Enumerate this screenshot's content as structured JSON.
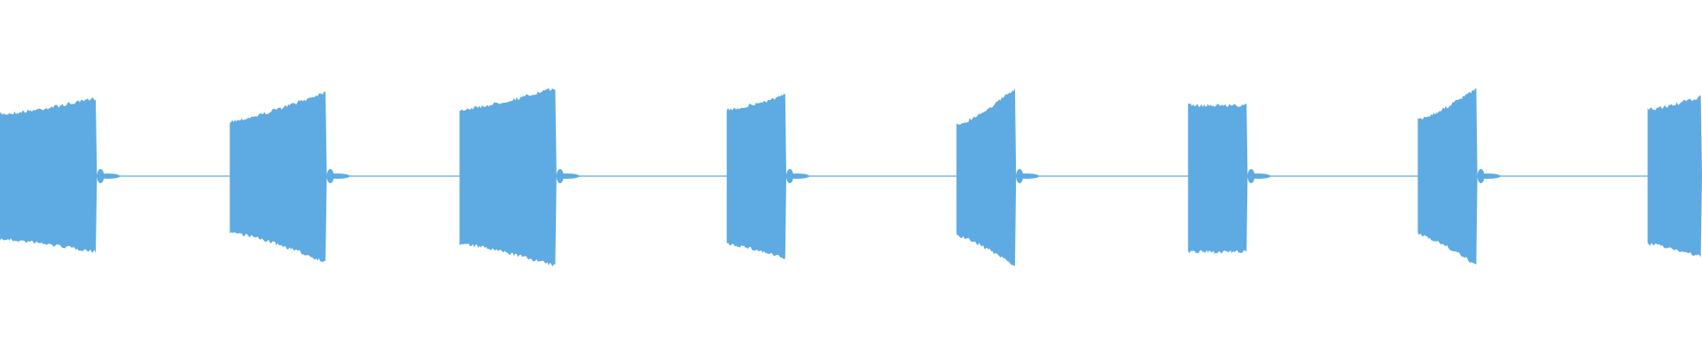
{
  "waveform": {
    "color": "#5dabe2",
    "baseline_color": "#5dabe2",
    "segments": [
      {
        "start": 0.0,
        "end": 0.057,
        "amp_start": 0.7,
        "amp_end": 0.88,
        "amp_low_start": 0.7,
        "amp_low_end": 0.84,
        "shape": "rise"
      },
      {
        "start": 0.135,
        "end": 0.192,
        "amp_start": 0.62,
        "amp_end": 0.96,
        "amp_low_start": 0.62,
        "amp_low_end": 0.96,
        "shape": "rise"
      },
      {
        "start": 0.27,
        "end": 0.327,
        "amp_start": 0.75,
        "amp_end": 1.0,
        "amp_low_start": 0.75,
        "amp_low_end": 1.0,
        "shape": "rise"
      },
      {
        "start": 0.427,
        "end": 0.462,
        "amp_start": 0.75,
        "amp_end": 0.92,
        "amp_low_start": 0.75,
        "amp_low_end": 0.92,
        "shape": "rise"
      },
      {
        "start": 0.562,
        "end": 0.597,
        "amp_start": 0.58,
        "amp_end": 1.0,
        "amp_low_start": 0.66,
        "amp_low_end": 1.0,
        "shape": "rise"
      },
      {
        "start": 0.698,
        "end": 0.733,
        "amp_start": 0.8,
        "amp_end": 0.8,
        "amp_low_start": 0.84,
        "amp_low_end": 0.84,
        "shape": "flat"
      },
      {
        "start": 0.833,
        "end": 0.868,
        "amp_start": 0.64,
        "amp_end": 1.0,
        "amp_low_start": 0.64,
        "amp_low_end": 1.0,
        "shape": "rise"
      },
      {
        "start": 0.968,
        "end": 1.0,
        "amp_start": 0.75,
        "amp_end": 0.9,
        "amp_low_start": 0.75,
        "amp_low_end": 0.9,
        "shape": "rise"
      }
    ]
  }
}
